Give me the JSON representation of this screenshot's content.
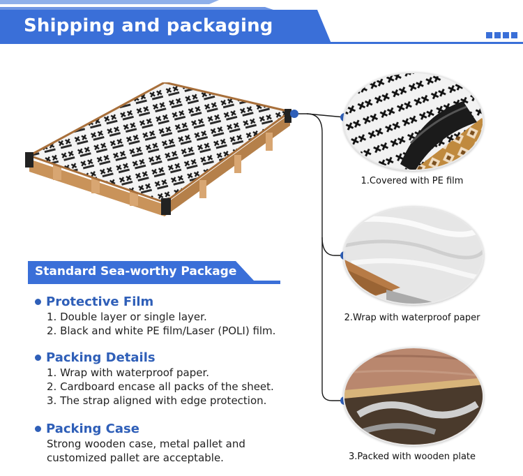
{
  "header": {
    "title": "Shipping and packaging"
  },
  "section": {
    "title": "Standard Sea-worthy Package"
  },
  "groups": [
    {
      "heading": "Protective Film",
      "items": [
        "1. Double layer or single layer.",
        "2. Black and white PE film/Laser (POLI) film."
      ]
    },
    {
      "heading": "Packing Details",
      "items": [
        "1. Wrap with waterproof paper.",
        "2. Cardboard encase all packs of the sheet.",
        "3. The strap aligned with edge protection."
      ]
    },
    {
      "heading": "Packing Case",
      "items": [
        "Strong wooden case, metal pallet and",
        "customized pallet are acceptable."
      ]
    }
  ],
  "photos": [
    {
      "caption": "1.Covered with PE film",
      "label_icon": "pe-film-photo"
    },
    {
      "caption": "2.Wrap with waterproof paper",
      "label_icon": "waterproof-paper-photo"
    },
    {
      "caption": "3.Packed with wooden plate",
      "label_icon": "wooden-plate-photo"
    }
  ],
  "colors": {
    "brand_blue": "#3a6fd8",
    "heading_blue": "#2f5fb8",
    "wood": "#c9935a"
  }
}
